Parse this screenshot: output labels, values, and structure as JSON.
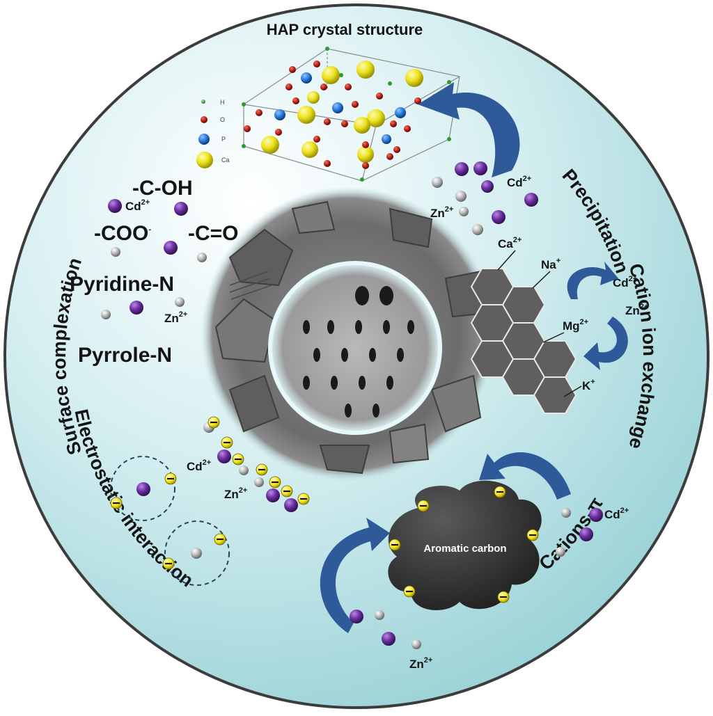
{
  "title": "HAP crystal structure",
  "mechanisms": {
    "precipitation": "Precipitation",
    "cation_exchange": "Cation ion exchange",
    "cation_pi": "Cations-π",
    "electrostatic": "Electrostatic interaction",
    "surface_complexation": "Surface complexation"
  },
  "functional_groups": {
    "c_oh": "-C-OH",
    "coo": "-COO",
    "coo_charge": "-",
    "c_eq_o": "-C=O",
    "pyridine": "Pyridine-N",
    "pyrrole": "Pyrrole-N"
  },
  "ions": {
    "cd": "Cd",
    "cd_charge": "2+",
    "zn": "Zn",
    "zn_charge": "2+",
    "ca": "Ca",
    "ca_charge": "2+",
    "na": "Na",
    "na_charge": "+",
    "mg": "Mg",
    "mg_charge": "2+",
    "k": "K",
    "k_charge": "+"
  },
  "legend": [
    {
      "label": "H",
      "color": "#2e9a2e",
      "icon": "hydrogen-atom"
    },
    {
      "label": "O",
      "color": "#b01a12",
      "icon": "oxygen-atom"
    },
    {
      "label": "P",
      "color": "#1b6fd0",
      "icon": "phosphorus-atom"
    },
    {
      "label": "Ca",
      "color": "#ece21c",
      "icon": "calcium-atom"
    }
  ],
  "aromatic_carbon": "Aromatic carbon",
  "colors": {
    "background": "#bfe3e6",
    "arrow": "#2e5a9a",
    "cd_ion": "#6a2ea0",
    "zn_ion": "#b5b5b5",
    "hexagon": "#5f5f5f",
    "negative_charge": "#f2e41a"
  }
}
